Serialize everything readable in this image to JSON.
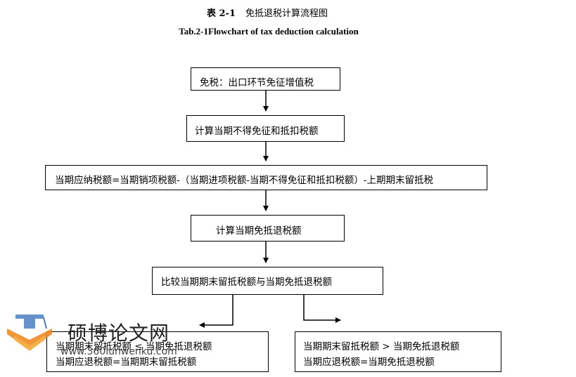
{
  "title": {
    "number": "表 2-1",
    "text": "免抵退税计算流程图",
    "english": "Tab.2-1Flowchart of tax deduction calculation"
  },
  "nodes": {
    "exempt": "免税：出口环节免征增值税",
    "non_deductible": "计算当期不得免征和抵扣税额",
    "payable": "当期应纳税额=当期销项税额-（当期进项税额-当期不得免征和抵扣税额）-上期期末留抵税",
    "calc_refund": "计算当期免抵退税额",
    "compare": "比较当期期末留抵税额与当期免抵退税额",
    "left_case": {
      "line1": "当期期末留抵税额 ≤ 当期免抵退税额",
      "line2": "当期应退税额=当期期末留抵税额"
    },
    "right_case": {
      "line1": "当期期末留抵税额 > 当期免抵退税额",
      "line2": "当期应退税额=当期免抵退税额"
    }
  },
  "watermark": {
    "name": "硕博论文网",
    "url": "www.360lunwenku.com"
  }
}
